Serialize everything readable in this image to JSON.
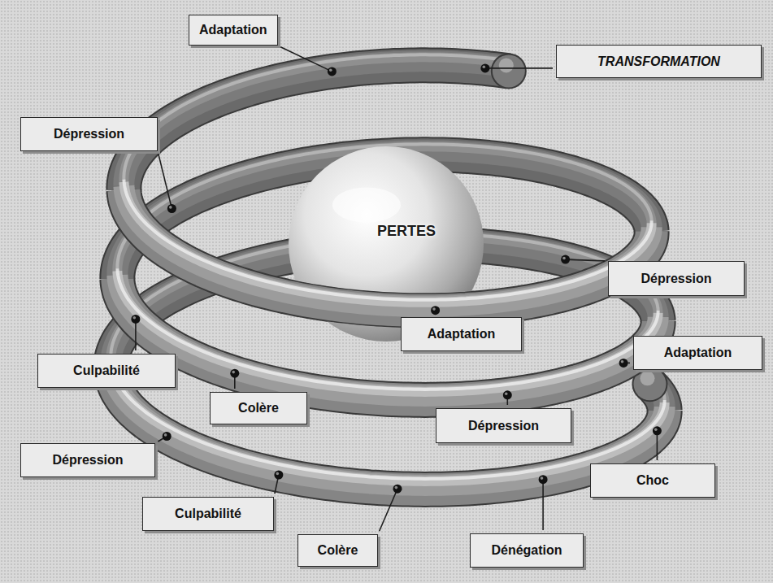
{
  "diagram": {
    "nodes": [
      {
        "text": [
          "Adaptation"
        ]
      },
      {
        "text": [
          "TRANSFORMATION"
        ]
      },
      {
        "text": [
          "Dépression"
        ]
      },
      {
        "text": [
          "PERTES"
        ]
      },
      {
        "text": [
          "Dépression"
        ]
      },
      {
        "text": [
          "Adaptation"
        ]
      },
      {
        "text": [
          "Adaptation"
        ]
      },
      {
        "text": [
          "Culpabilité"
        ]
      },
      {
        "text": [
          "Colère"
        ]
      },
      {
        "text": [
          "Dépression"
        ]
      },
      {
        "text": [
          "Dépression"
        ]
      },
      {
        "text": [
          "Choc"
        ]
      },
      {
        "text": [
          "Culpabilité"
        ]
      },
      {
        "text": [
          "Colère"
        ]
      },
      {
        "text": [
          "Dénégation"
        ]
      }
    ]
  }
}
